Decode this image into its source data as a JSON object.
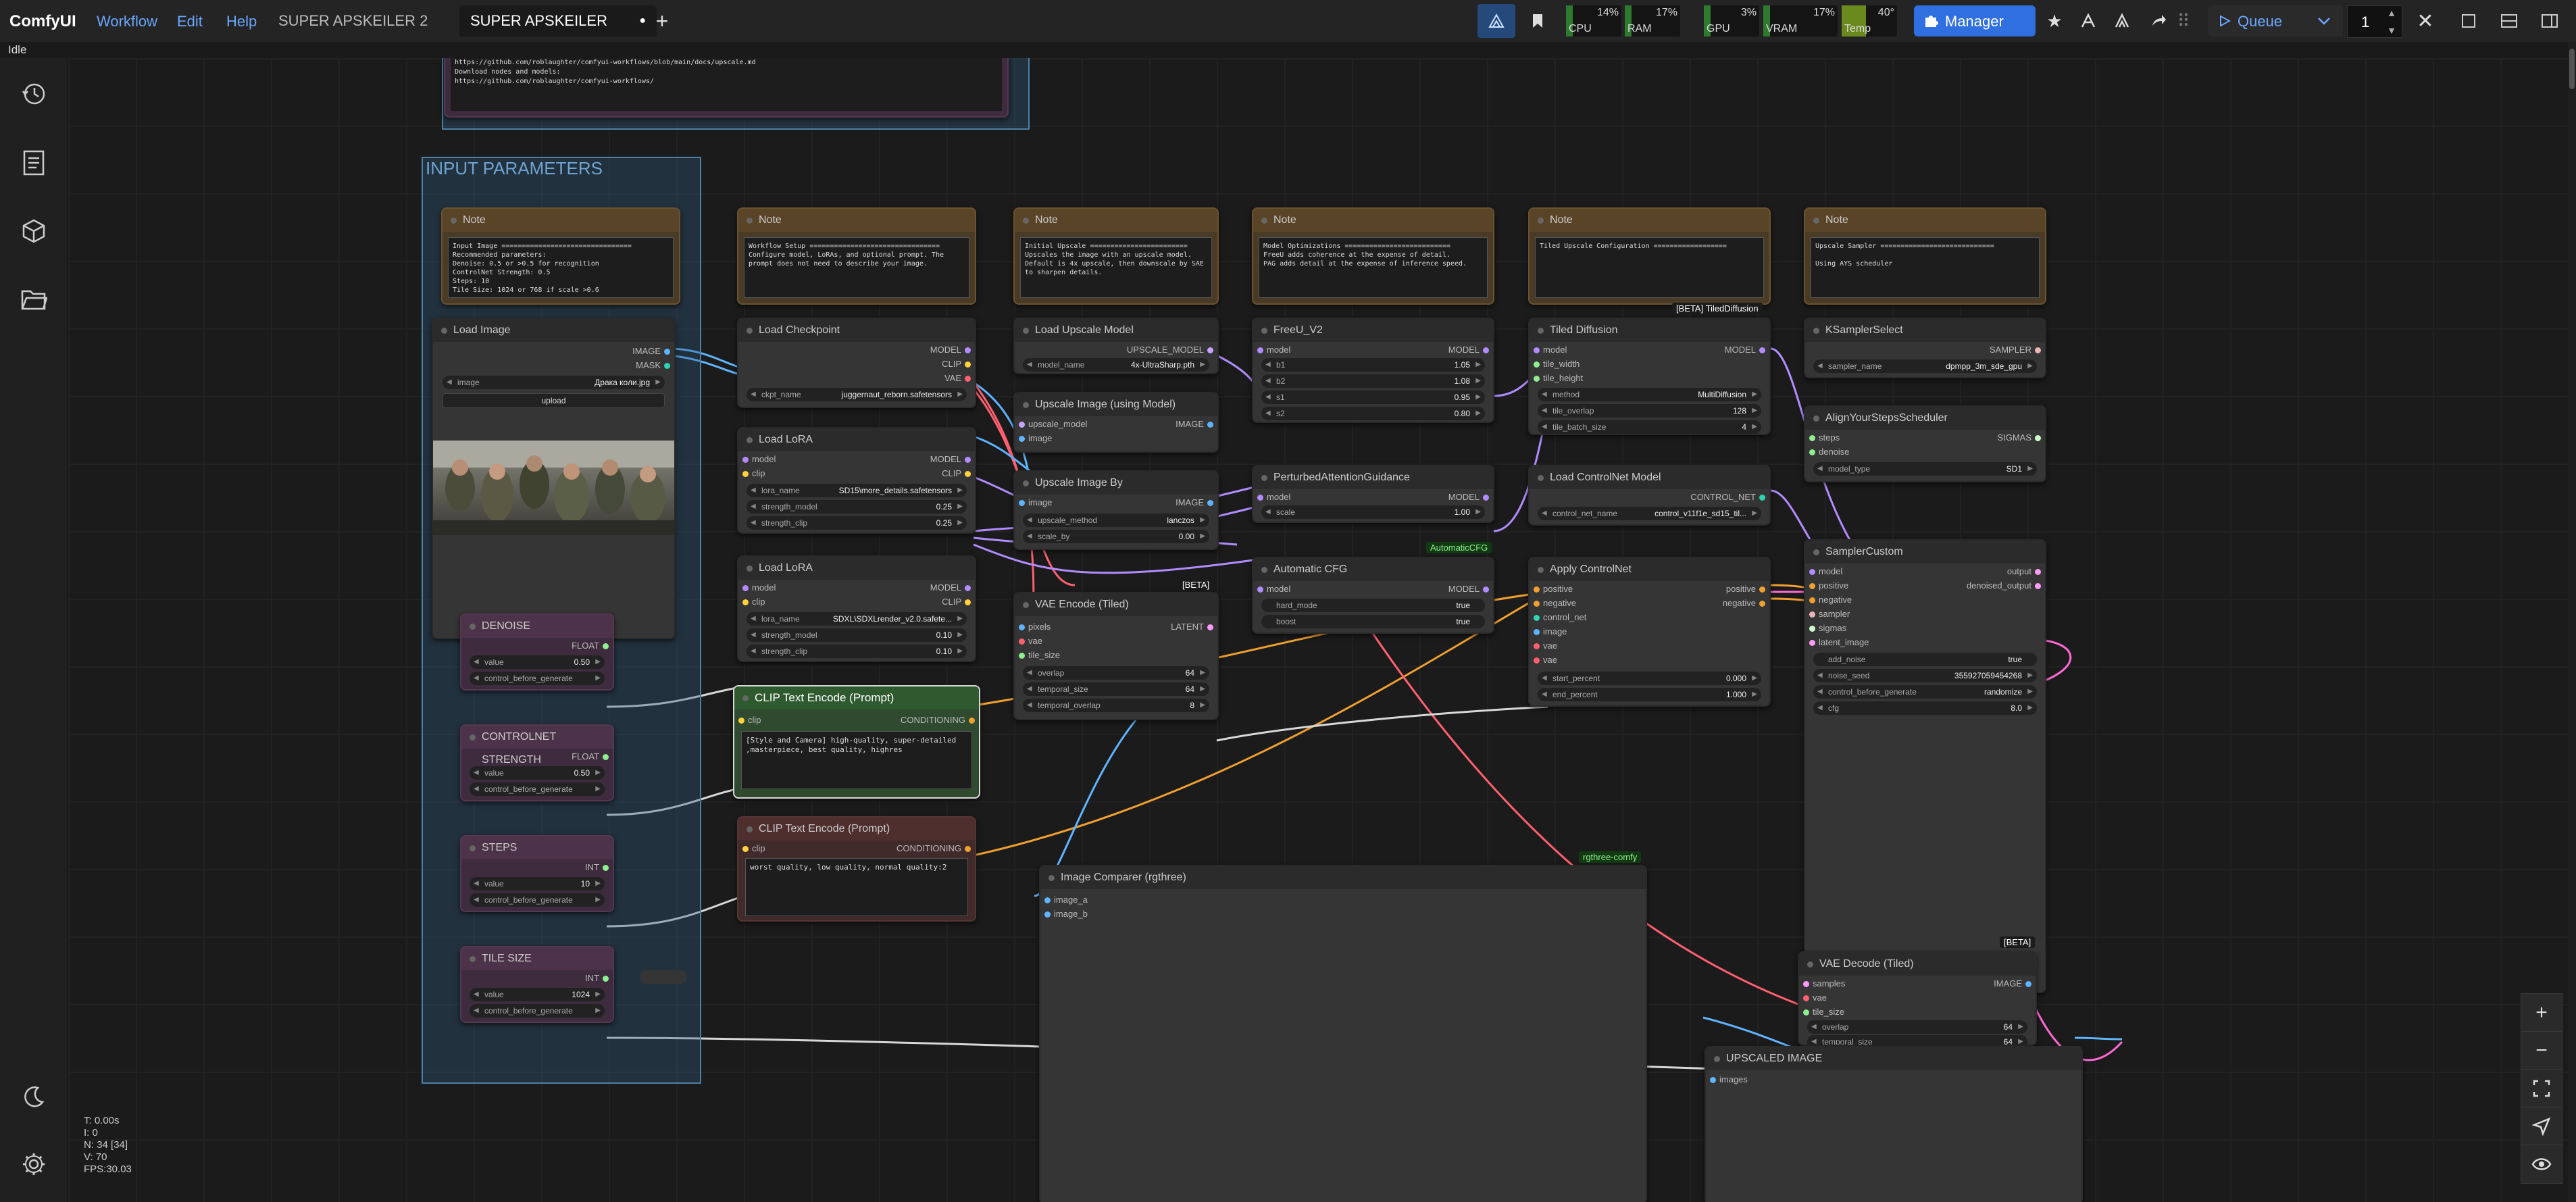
{
  "app": {
    "name": "ComfyUI",
    "status": "Idle"
  },
  "menu": {
    "workflow": "Workflow",
    "edit": "Edit",
    "help": "Help"
  },
  "tabs": [
    {
      "label": "SUPER APSKEILER 2"
    },
    {
      "label": "SUPER APSKEILER"
    }
  ],
  "new_tab_symbol": "+",
  "modified_dot": "●",
  "meters": {
    "cpu": {
      "label": "CPU",
      "value": "14%"
    },
    "ram": {
      "label": "RAM",
      "value": "17%"
    },
    "gpu": {
      "label": "GPU",
      "value": "3%"
    },
    "vram": {
      "label": "VRAM",
      "value": "17%"
    },
    "temp": {
      "label": "Temp",
      "value": "40°"
    }
  },
  "manager_label": "Manager",
  "queue_label": "Queue",
  "queue_count": "1",
  "stats": {
    "t": "T: 0.00s",
    "i": "I: 0",
    "n": "N: 34 [34]",
    "v": "V: 70",
    "fps": "FPS:30.03"
  },
  "links_top": {
    "line1": "https://github.com/roblaughter/comfyui-workflows/blob/main/docs/upscale.md",
    "line2": "Download nodes and models:",
    "line3": "https://github.com/roblaughter/comfyui-workflows/"
  },
  "group": {
    "title": "INPUT PARAMETERS"
  },
  "notes": {
    "title": "Note",
    "n1": "Input Image ================================\nRecommended parameters:\nDenoise: 0.5 or >0.5 for recognition\nControlNet Strength: 0.5\nSteps: 10\nTile Size: 1024 or 768 if scale >0.6",
    "n2": "Workflow Setup ================================\nConfigure model, LoRAs, and optional prompt. The\nprompt does not need to describe your image.",
    "n3": "Initial Upscale ========================\nUpscales the image with an upscale model.\nDefault is 4x upscale, then downscale by SAE\nto sharpen details.",
    "n4": "Model Optimizations ==========================\nFreeU adds coherence at the expense of detail.\nPAG adds detail at the expense of inference speed.",
    "n5": "Tiled Upscale Configuration ==================",
    "n6": "Upscale Sampler ============================\n\nUsing AYS scheduler"
  },
  "load_image": {
    "title": "Load Image",
    "out_image": "IMAGE",
    "out_mask": "MASK",
    "image_name": "image",
    "image_value": "Драка коли.jpg",
    "upload": "upload"
  },
  "denoise": {
    "title": "DENOISE",
    "out": "FLOAT",
    "value_name": "value",
    "value": "0.50",
    "cbg": "control_before_generate"
  },
  "cn_strength": {
    "title": "CONTROLNET STRENGTH",
    "out": "FLOAT",
    "value_name": "value",
    "value": "0.50",
    "cbg": "control_before_generate"
  },
  "steps": {
    "title": "STEPS",
    "out": "INT",
    "value_name": "value",
    "value": "10",
    "cbg": "control_before_generate"
  },
  "tile_size": {
    "title": "TILE SIZE",
    "out": "INT",
    "value_name": "value",
    "value": "1024",
    "cbg": "control_before_generate"
  },
  "ckpt": {
    "title": "Load Checkpoint",
    "out_model": "MODEL",
    "out_clip": "CLIP",
    "out_vae": "VAE",
    "name": "ckpt_name",
    "value": "juggernaut_reborn.safetensors"
  },
  "lora1": {
    "title": "Load LoRA",
    "in_model": "model",
    "in_clip": "clip",
    "out_model": "MODEL",
    "out_clip": "CLIP",
    "name": "lora_name",
    "value": "SD15\\more_details.safetensors",
    "sm": "strength_model",
    "sm_v": "0.25",
    "sc": "strength_clip",
    "sc_v": "0.25"
  },
  "lora2": {
    "title": "Load LoRA",
    "in_model": "model",
    "in_clip": "clip",
    "out_model": "MODEL",
    "out_clip": "CLIP",
    "name": "lora_name",
    "value": "SDXL\\SDXLrender_v2.0.safete...",
    "sm": "strength_model",
    "sm_v": "0.10",
    "sc": "strength_clip",
    "sc_v": "0.10"
  },
  "clip_pos": {
    "title": "CLIP Text Encode (Prompt)",
    "in": "clip",
    "out": "CONDITIONING",
    "text": "[Style and Camera] high-quality, super-detailed\n,masterpiece, best quality, highres"
  },
  "clip_neg": {
    "title": "CLIP Text Encode (Prompt)",
    "in": "clip",
    "out": "CONDITIONING",
    "text": "worst quality, low quality, normal quality:2"
  },
  "upscale_model": {
    "title": "Load Upscale Model",
    "out": "UPSCALE_MODEL",
    "name": "model_name",
    "value": "4x-UltraSharp.pth"
  },
  "upscale_using": {
    "title": "Upscale Image (using Model)",
    "in1": "upscale_model",
    "in2": "image",
    "out": "IMAGE"
  },
  "upscale_by": {
    "title": "Upscale Image By",
    "in": "image",
    "out": "IMAGE",
    "m": "upscale_method",
    "m_v": "lanczos",
    "s": "scale_by",
    "s_v": "0.00",
    "badge": "[BETA]"
  },
  "vae_encode": {
    "title": "VAE Encode (Tiled)",
    "in1": "pixels",
    "in2": "vae",
    "in3": "tile_size",
    "out": "LATENT",
    "o": "overlap",
    "o_v": "64",
    "ts": "temporal_size",
    "ts_v": "64",
    "to": "temporal_overlap",
    "to_v": "8"
  },
  "freeu": {
    "title": "FreeU_V2",
    "in": "model",
    "out": "MODEL",
    "b1": "b1",
    "b1_v": "1.05",
    "b2": "b2",
    "b2_v": "1.08",
    "s1": "s1",
    "s1_v": "0.95",
    "s2": "s2",
    "s2_v": "0.80"
  },
  "pag": {
    "title": "PerturbedAttentionGuidance",
    "in": "model",
    "out": "MODEL",
    "scale": "scale",
    "scale_v": "1.00",
    "badge": "AutomaticCFG"
  },
  "acfg": {
    "title": "Automatic CFG",
    "in": "model",
    "out": "MODEL",
    "hm": "hard_mode",
    "hm_v": "true",
    "boost": "boost",
    "boost_v": "true"
  },
  "tiled_diff": {
    "title": "Tiled Diffusion",
    "in1": "model",
    "in2": "tile_width",
    "in3": "tile_height",
    "out": "MODEL",
    "m": "method",
    "m_v": "MultiDiffusion",
    "to": "tile_overlap",
    "to_v": "128",
    "tb": "tile_batch_size",
    "tb_v": "4",
    "badge": "[BETA] TiledDiffusion"
  },
  "cn_loader": {
    "title": "Load ControlNet Model",
    "out": "CONTROL_NET",
    "name": "control_net_name",
    "value": "control_v11f1e_sd15_til..."
  },
  "apply_cn": {
    "title": "Apply ControlNet",
    "in1": "positive",
    "in2": "negative",
    "in3": "control_net",
    "in4": "image",
    "in5": "vae",
    "in6": "vae",
    "out1": "positive",
    "out2": "negative",
    "sp": "start_percent",
    "sp_v": "0.000",
    "ep": "end_percent",
    "ep_v": "1.000"
  },
  "ksel": {
    "title": "KSamplerSelect",
    "out": "SAMPLER",
    "name": "sampler_name",
    "value": "dpmpp_3m_sde_gpu"
  },
  "ays": {
    "title": "AlignYourStepsScheduler",
    "in1": "steps",
    "in2": "denoise",
    "out": "SIGMAS",
    "mt": "model_type",
    "mt_v": "SD1"
  },
  "sampler": {
    "title": "SamplerCustom",
    "in1": "model",
    "in2": "positive",
    "in3": "negative",
    "in4": "sampler",
    "in5": "sigmas",
    "in6": "latent_image",
    "out1": "output",
    "out2": "denoised_output",
    "an": "add_noise",
    "an_v": "true",
    "ns": "noise_seed",
    "ns_v": "355927059454268",
    "cbg": "control_before_generate",
    "cbg_v": "randomize",
    "cfg": "cfg",
    "cfg_v": "8.0",
    "badge": "[BETA]"
  },
  "vae_decode": {
    "title": "VAE Decode (Tiled)",
    "in1": "samples",
    "in2": "vae",
    "in3": "tile_size",
    "out": "IMAGE",
    "o": "overlap",
    "o_v": "64",
    "ts": "temporal_size",
    "ts_v": "64"
  },
  "comparer": {
    "title": "Image Comparer (rgthree)",
    "in1": "image_a",
    "in2": "image_b",
    "badge": "rgthree-comfy"
  },
  "upscaled": {
    "title": "UPSCALED IMAGE",
    "in": "images"
  },
  "colors": {
    "accent": "#2f6fe0",
    "manager": "#2f6fe0",
    "link_blue": "#5fb4ff",
    "link_orange": "#f0a030",
    "link_red": "#ff6070",
    "link_white": "#d8d8d8",
    "link_purple": "#b28cff"
  }
}
